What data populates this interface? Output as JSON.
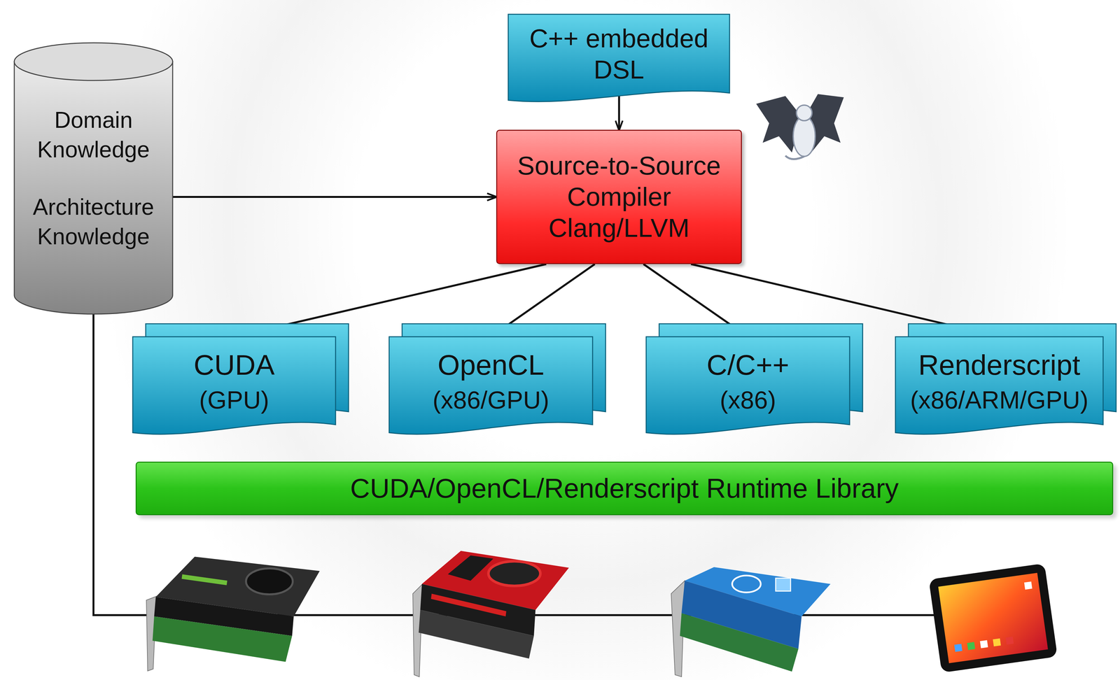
{
  "diagram": {
    "nodes": [
      {
        "text": [
          "Domain Knowledge",
          "Architecture Knowledge"
        ]
      },
      {
        "text": [
          "C++ embedded DSL"
        ]
      },
      {
        "text": [
          "Source-to-Source Compiler Clang/LLVM"
        ]
      },
      {
        "text": [
          "CUDA",
          "(GPU)"
        ]
      },
      {
        "text": [
          "OpenCL",
          "(x86/GPU)"
        ]
      },
      {
        "text": [
          "C/C++",
          "(x86)"
        ]
      },
      {
        "text": [
          "Renderscript",
          "(x86/ARM/GPU)"
        ]
      },
      {
        "text": [
          "CUDA/OpenCL/Renderscript Runtime Library"
        ]
      }
    ],
    "edges": [
      {
        "from": 1,
        "to": 2,
        "arrow": "to"
      },
      {
        "from": 0,
        "to": 2,
        "arrow": "to"
      },
      {
        "from": 2,
        "to": 3,
        "arrow": "to"
      },
      {
        "from": 2,
        "to": 4,
        "arrow": "to"
      },
      {
        "from": 2,
        "to": 5,
        "arrow": "to"
      },
      {
        "from": 2,
        "to": 6,
        "arrow": "to"
      }
    ]
  }
}
